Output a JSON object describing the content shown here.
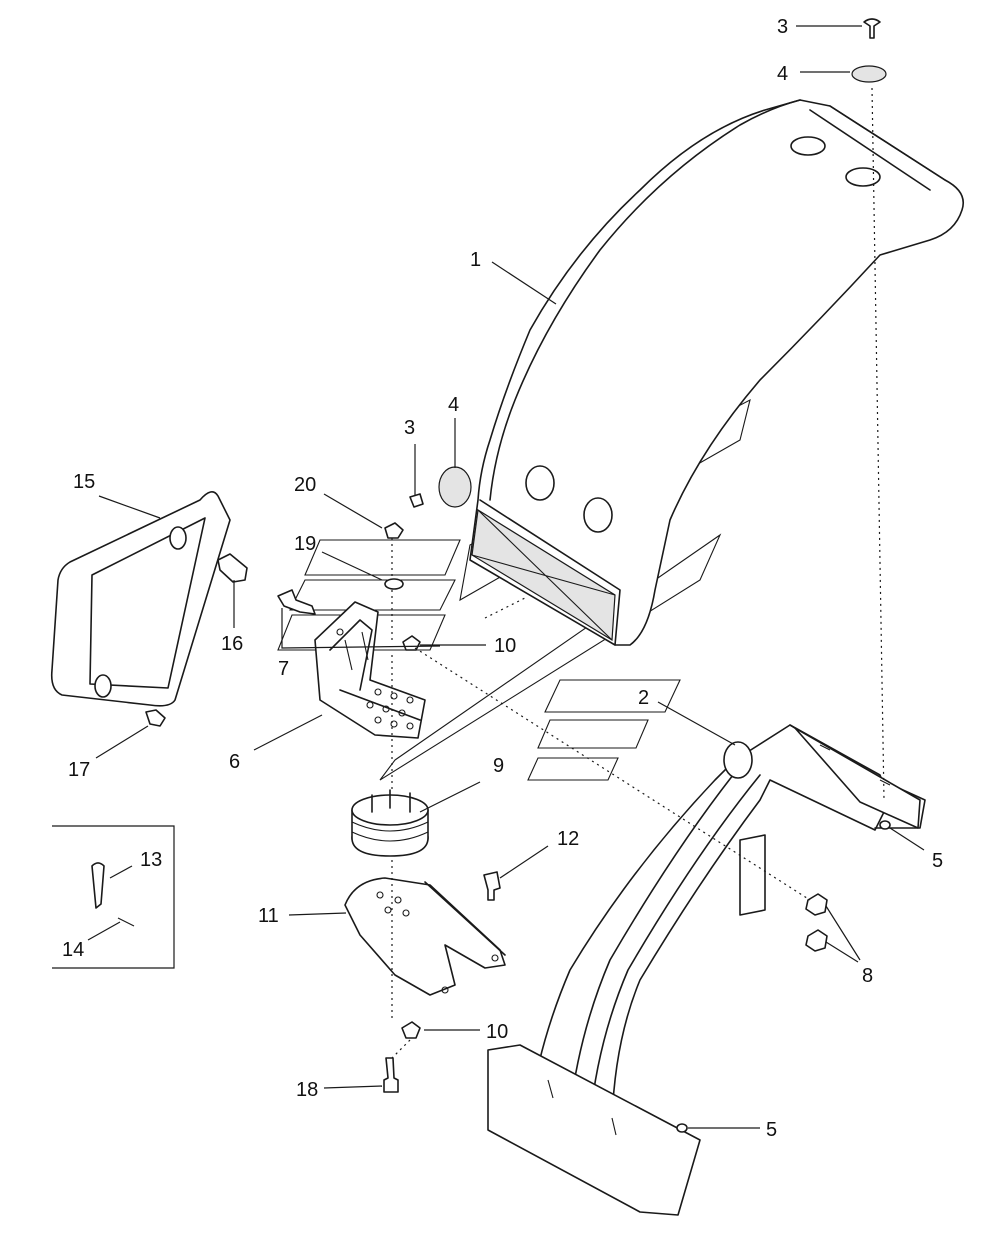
{
  "callouts": {
    "c1": "1",
    "c2": "2",
    "c3a": "3",
    "c3b": "3",
    "c4a": "4",
    "c4b": "4",
    "c5a": "5",
    "c5b": "5",
    "c6": "6",
    "c7": "7",
    "c8": "8",
    "c9": "9",
    "c10a": "10",
    "c10b": "10",
    "c11": "11",
    "c12": "12",
    "c13": "13",
    "c14": "14",
    "c15": "15",
    "c16": "16",
    "c17": "17",
    "c18": "18",
    "c19": "19",
    "c20": "20"
  }
}
